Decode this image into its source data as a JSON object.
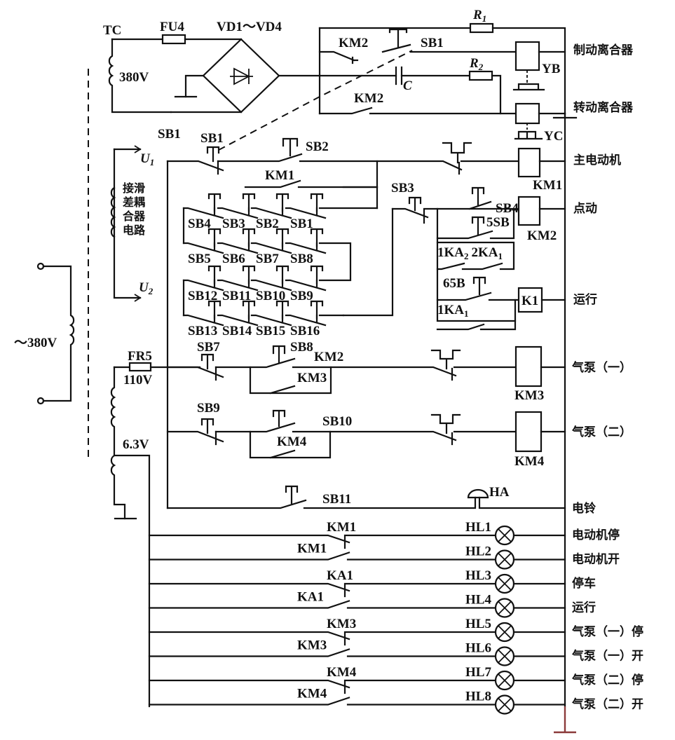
{
  "diagram": {
    "title": "",
    "rectifier": {
      "transformer": "TC",
      "transformer_voltage": "380V",
      "fuse": "FU4",
      "bridge": "VD1～VD4"
    },
    "brake_circuit": {
      "r1": "R",
      "r1_sub": "1",
      "r2": "R",
      "r2_sub": "2",
      "capacitor": "C",
      "km2_top": "KM2",
      "sb1_top": "SB1",
      "km2_bottom": "KM2",
      "yb": "YB",
      "yc": "YC"
    },
    "supply": {
      "main": "～380V",
      "fr5": "FR5",
      "v110": "110V",
      "v63": "6.3V",
      "u1": "U",
      "u1_sub": "1",
      "u2": "U",
      "u2_sub": "2",
      "coupler_text": [
        "接滑",
        "差耦",
        "合器",
        "电路"
      ]
    },
    "control": {
      "sb1_outer": "SB1",
      "sb1": "SB1",
      "sb2": "SB2",
      "km1_hold": "KM1",
      "sb3": "SB3",
      "sb4": "SB4",
      "sb5": "5SB",
      "ka_pair": "1KA",
      "ka_pair_sub": "2",
      "ka_pair2": "2KA",
      "ka_pair2_sub": "1",
      "sb65": "65B",
      "ka1": "1KA",
      "ka1_sub": "1",
      "km1_coil": "KM1",
      "km2_coil": "KM2",
      "k1_coil": "K1",
      "keypad_rows": [
        [
          "SB4",
          "SB3",
          "SB2",
          "SB1"
        ],
        [
          "SB5",
          "SB6",
          "SB7",
          "SB8"
        ],
        [
          "SB12",
          "SB11",
          "SB10",
          "SB9"
        ],
        [
          "SB13",
          "SB14",
          "SB15",
          "SB16"
        ]
      ],
      "sb7": "SB7",
      "sb8": "SB8",
      "km2_int": "KM2",
      "km3_hold": "KM3",
      "km3_coil": "KM3",
      "sb9": "SB9",
      "sb10": "SB10",
      "km4_hold": "KM4",
      "km4_coil": "KM4",
      "sb11": "SB11",
      "ha": "HA"
    },
    "lamps": [
      {
        "contact": "KM1",
        "lamp": "HL1",
        "label": "电动机停"
      },
      {
        "contact": "KM1",
        "lamp": "HL2",
        "label": "电动机开"
      },
      {
        "contact": "KA1",
        "lamp": "HL3",
        "label": "停车"
      },
      {
        "contact": "KA1",
        "lamp": "HL4",
        "label": "运行"
      },
      {
        "contact": "KM3",
        "lamp": "HL5",
        "label": "气泵（一）停"
      },
      {
        "contact": "KM3",
        "lamp": "HL6",
        "label": "气泵（一）开"
      },
      {
        "contact": "KM4",
        "lamp": "HL7",
        "label": "气泵（二）停"
      },
      {
        "contact": "KM4",
        "lamp": "HL8",
        "label": "气泵（二）开"
      }
    ],
    "right_labels": {
      "brake_clutch": "制动离合器",
      "drive_clutch": "转动离合器",
      "main_motor": "主电动机",
      "jog": "点动",
      "run": "运行",
      "pump1": "气泵（一）",
      "pump2": "气泵（二）",
      "bell": "电铃"
    }
  }
}
